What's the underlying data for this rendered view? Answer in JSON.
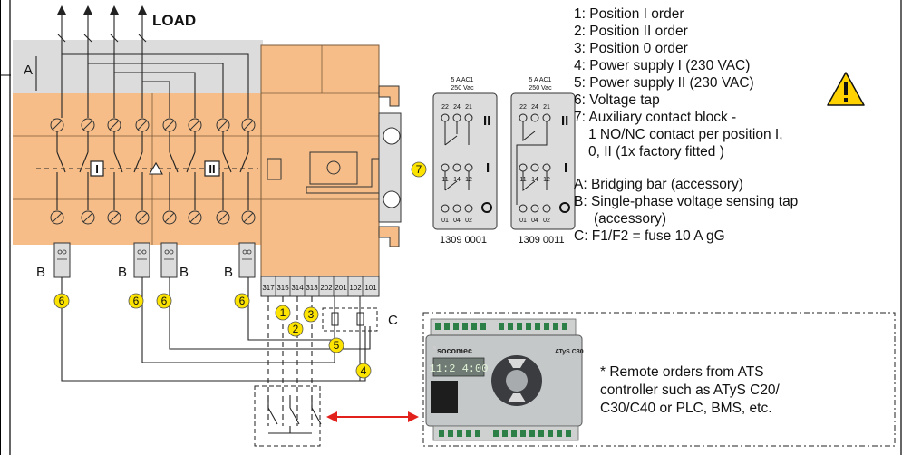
{
  "top_label": "LOAD",
  "side_labels": {
    "a": "A",
    "b": "B",
    "c": "C"
  },
  "marker_numbers": {
    "m1": "1",
    "m2": "2",
    "m3": "3",
    "m4": "4",
    "m5": "5",
    "m6": "6",
    "m7": "7"
  },
  "position_symbols": {
    "pos1": "I",
    "pos2": "II",
    "pos0": "O"
  },
  "terminal_labels": [
    "317",
    "315",
    "314",
    "313",
    "202",
    "201",
    "102",
    "101"
  ],
  "relay_left": {
    "rating_line1": "5 A AC1",
    "rating_line2": "250 Vac",
    "pins_top": [
      "22",
      "24",
      "21"
    ],
    "pins_mid": [
      "11",
      "14",
      "12"
    ],
    "pins_bot": [
      "01",
      "04",
      "02"
    ],
    "part_number": "1309 0001"
  },
  "relay_right": {
    "rating_line1": "5 A AC1",
    "rating_line2": "250 Vac",
    "pins_top": [
      "22",
      "24",
      "21"
    ],
    "pins_mid": [
      "11",
      "14",
      "12"
    ],
    "pins_bot": [
      "01",
      "04",
      "02"
    ],
    "part_number": "1309 0011"
  },
  "legend": {
    "item1": "1: Position I order",
    "item2": "2: Position II order",
    "item3": "3: Position 0 order",
    "item4": "4: Power supply I (230 VAC)",
    "item5": "5: Power supply II (230 VAC)",
    "item6": "6: Voltage tap",
    "item7_l1": "7: Auxiliary contact block -",
    "item7_l2": "1 NO/NC contact per position I,",
    "item7_l3": "0, II (1x factory fitted )",
    "itemA": "A: Bridging bar (accessory)",
    "itemB_l1": "B: Single-phase voltage sensing tap",
    "itemB_l2": "(accessory)",
    "itemC": "C: F1/F2 = fuse 10 A gG"
  },
  "controller": {
    "brand": "socomec",
    "model": "ATyS C30",
    "display": "11:2 4:00"
  },
  "remote_note": {
    "l1": "* Remote orders from ATS",
    "l2": "controller such as ATyS C20/",
    "l3": "C30/C40 or PLC, BMS, etc."
  },
  "colors": {
    "switch_body": "#f6bd88",
    "switch_top": "#dcdcdc",
    "relay_bg": "#dcdcdc",
    "marker": "#fde300",
    "arrow": "#e2211c",
    "warning": "#ffd200"
  },
  "icons": {
    "warning": "warning-triangle-icon",
    "arrows": "load-arrow-icon"
  }
}
